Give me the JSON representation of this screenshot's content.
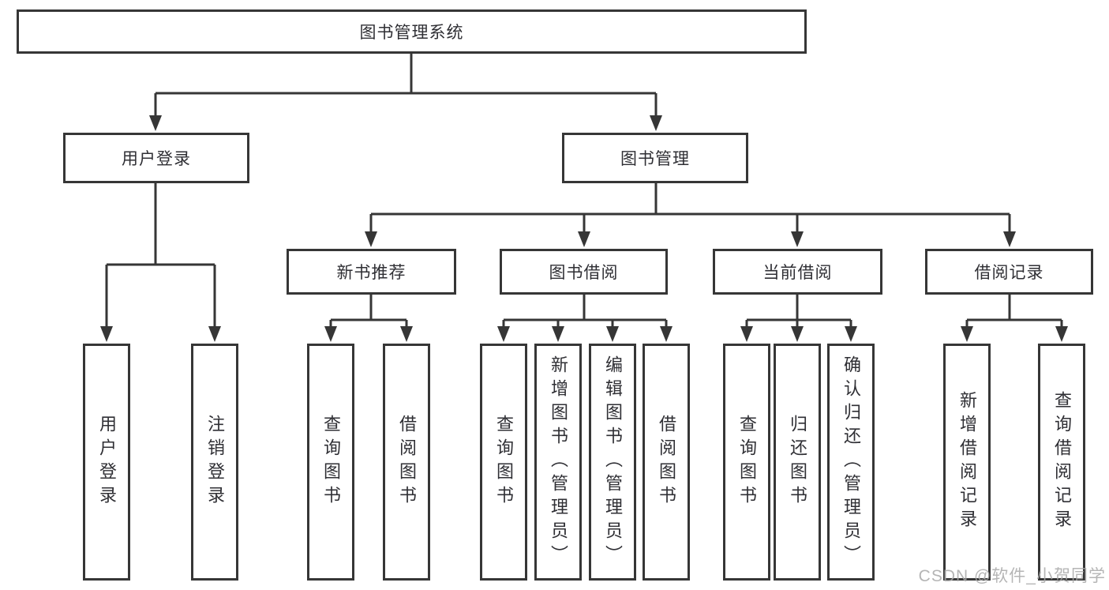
{
  "diagram": {
    "root": {
      "label": "图书管理系统"
    },
    "branches": [
      {
        "label": "用户登录",
        "leaves": [
          "用户登录",
          "注销登录"
        ]
      },
      {
        "label": "图书管理",
        "groups": [
          {
            "label": "新书推荐",
            "leaves": [
              "查询图书",
              "借阅图书"
            ]
          },
          {
            "label": "图书借阅",
            "leaves": [
              "查询图书",
              "新增图书（管理员）",
              "编辑图书（管理员）",
              "借阅图书"
            ]
          },
          {
            "label": "当前借阅",
            "leaves": [
              "查询图书",
              "归还图书",
              "确认归还（管理员）"
            ]
          },
          {
            "label": "借阅记录",
            "leaves": [
              "新增借阅记录",
              "查询借阅记录"
            ]
          }
        ]
      }
    ]
  },
  "watermark": {
    "text": "CSDN @软件_小贺同学"
  },
  "colors": {
    "line": "#363636",
    "text": "#2f2f34",
    "watermark": "#a8a8a8",
    "background": "#ffffff"
  }
}
